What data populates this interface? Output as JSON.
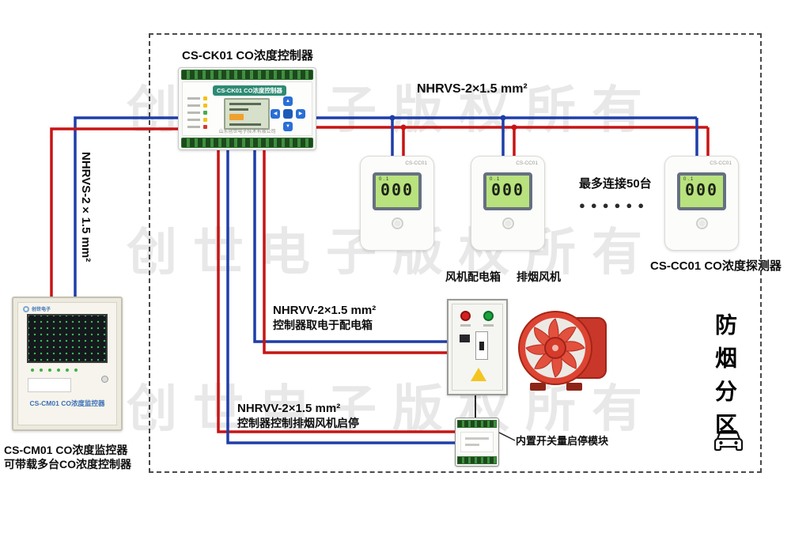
{
  "watermark": "创世电子版权所有",
  "controller": {
    "caption": "CS-CK01 CO浓度控制器",
    "face_title": "CS-CK01 CO浓度控制器",
    "company": "山东创世电子技术有限公司"
  },
  "monitor": {
    "brand": "创世电子",
    "panel_label": "CS-CM01 CO浓度监控器",
    "caption_line1": "CS-CM01 CO浓度监控器",
    "caption_line2": "可带载多台CO浓度控制器"
  },
  "detectors": {
    "model": "CS-CC01",
    "lcd_top": "0.1",
    "lcd_value": "000",
    "caption": "CS-CC01 CO浓度探测器",
    "max_connect": "最多连接50台",
    "dots": "●●●●●●"
  },
  "cables": {
    "nhrvs_top": "NHRVS-2×1.5 mm²",
    "nhrvs_left": "NHRVS-2×1.5 mm²",
    "nhrvv_power_1": "NHRVV-2×1.5 mm²",
    "nhrvv_power_2": "控制器取电于配电箱",
    "nhrvv_ctrl_1": "NHRVV-2×1.5 mm²",
    "nhrvv_ctrl_2": "控制器控制排烟风机启停"
  },
  "labels": {
    "fan_box": "风机配电箱",
    "fan": "排烟风机",
    "module": "内置开关量启停模块",
    "zone": "防烟分区"
  },
  "colors": {
    "wire_red": "#c81414",
    "wire_blue": "#1e3ea8",
    "wire_black": "#2a2a2a"
  }
}
